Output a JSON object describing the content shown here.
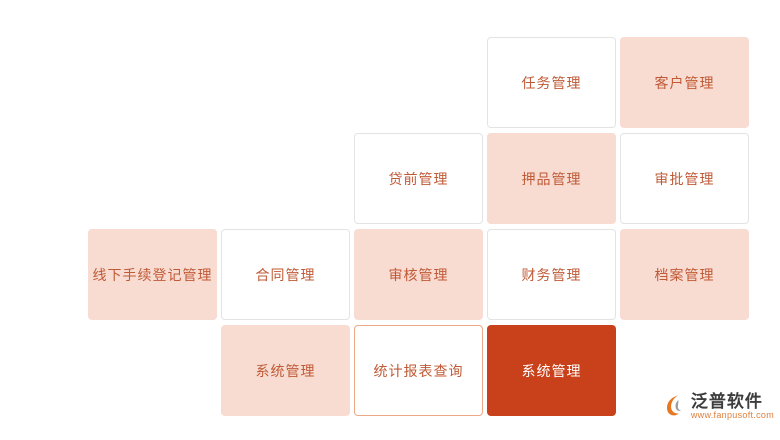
{
  "page": {
    "background": "#ffffff"
  },
  "colors": {
    "tile_text": "#c05a36",
    "tile_pink_bg": "#f8dbd1",
    "tile_white_border": "#e3e3e3",
    "tile_outline_border": "#eca987",
    "tile_solid_bg": "#c8411a",
    "tile_solid_text": "#ffffff",
    "watermark_brand_color": "#3d3d3d",
    "watermark_url_color": "#e0813c",
    "logo_color": "#e87722"
  },
  "tiles": [
    {
      "label": "任务管理",
      "variant": "white",
      "row": 1,
      "col": 4
    },
    {
      "label": "客户管理",
      "variant": "pink",
      "row": 1,
      "col": 5
    },
    {
      "label": "贷前管理",
      "variant": "white",
      "row": 2,
      "col": 3
    },
    {
      "label": "押品管理",
      "variant": "pink",
      "row": 2,
      "col": 4
    },
    {
      "label": "审批管理",
      "variant": "white",
      "row": 2,
      "col": 5
    },
    {
      "label": "线下手续登记管理",
      "variant": "pink",
      "row": 3,
      "col": 1
    },
    {
      "label": "合同管理",
      "variant": "white",
      "row": 3,
      "col": 2
    },
    {
      "label": "审核管理",
      "variant": "pink",
      "row": 3,
      "col": 3
    },
    {
      "label": "财务管理",
      "variant": "white",
      "row": 3,
      "col": 4
    },
    {
      "label": "档案管理",
      "variant": "pink",
      "row": 3,
      "col": 5
    },
    {
      "label": "系统管理",
      "variant": "pink",
      "row": 4,
      "col": 2
    },
    {
      "label": "统计报表查询",
      "variant": "outline",
      "row": 4,
      "col": 3
    },
    {
      "label": "系统管理",
      "variant": "solid",
      "row": 4,
      "col": 4
    }
  ],
  "watermark": {
    "brand": "泛普软件",
    "url": "www.fanpusoft.com"
  }
}
